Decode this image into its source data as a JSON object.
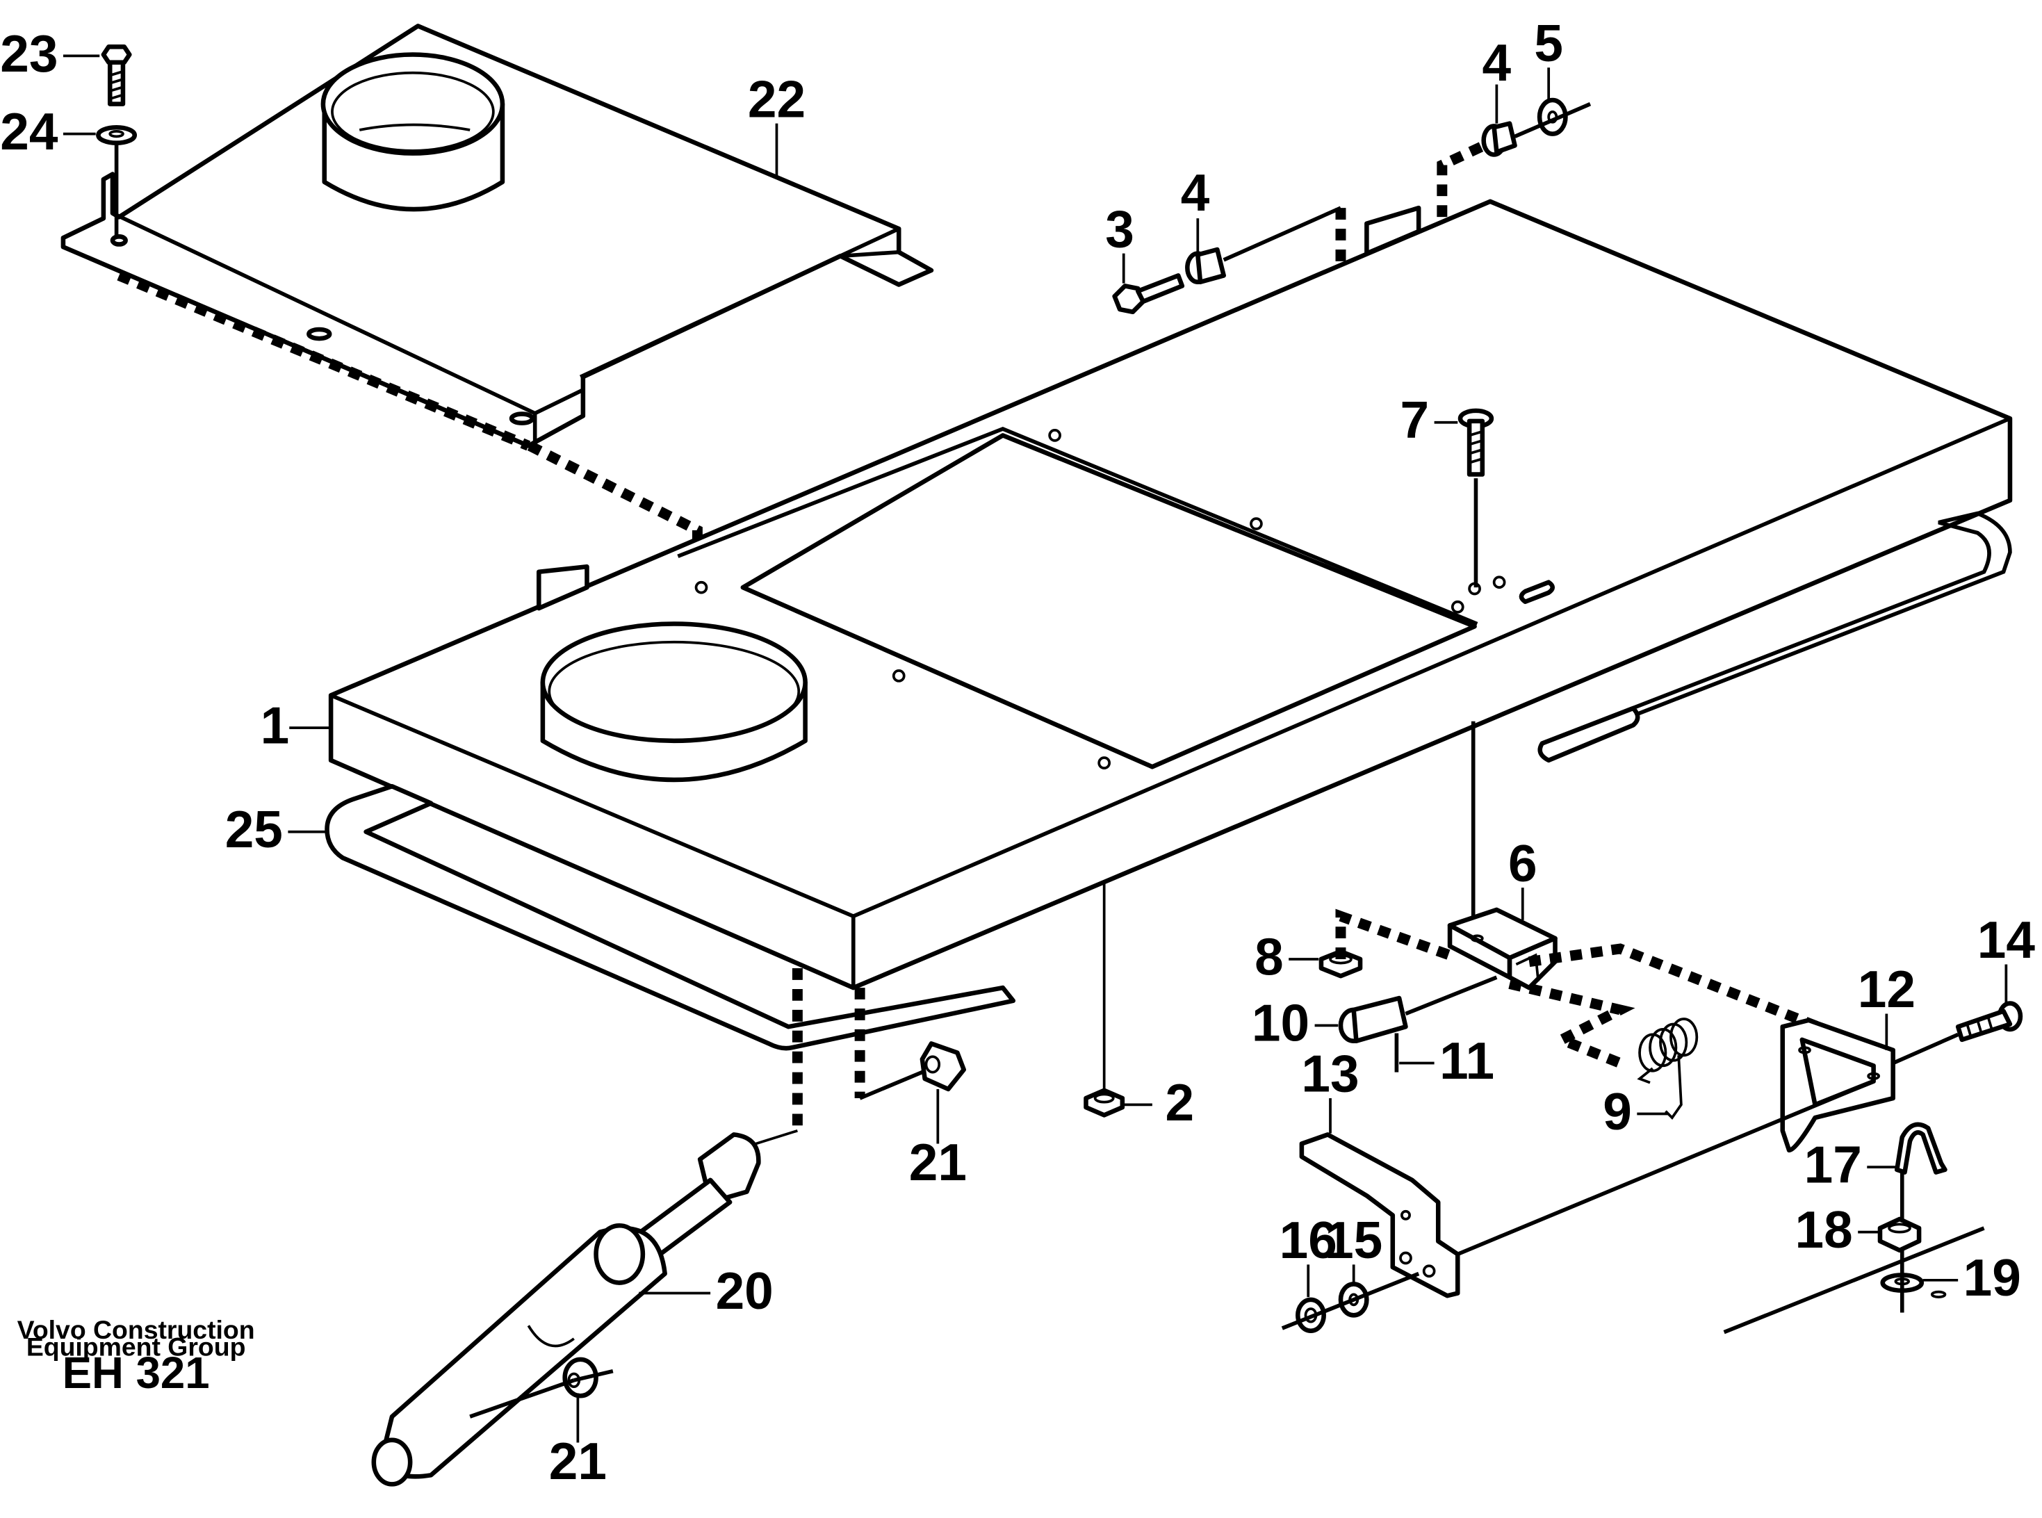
{
  "diagram": {
    "callouts": [
      {
        "id": "1",
        "text": "1"
      },
      {
        "id": "2",
        "text": "2"
      },
      {
        "id": "3",
        "text": "3"
      },
      {
        "id": "4a",
        "text": "4"
      },
      {
        "id": "4b",
        "text": "4"
      },
      {
        "id": "5",
        "text": "5"
      },
      {
        "id": "6",
        "text": "6"
      },
      {
        "id": "7",
        "text": "7"
      },
      {
        "id": "8",
        "text": "8"
      },
      {
        "id": "9",
        "text": "9"
      },
      {
        "id": "10",
        "text": "10"
      },
      {
        "id": "11",
        "text": "11"
      },
      {
        "id": "12",
        "text": "12"
      },
      {
        "id": "13",
        "text": "13"
      },
      {
        "id": "14",
        "text": "14"
      },
      {
        "id": "15",
        "text": "15"
      },
      {
        "id": "16",
        "text": "16"
      },
      {
        "id": "17",
        "text": "17"
      },
      {
        "id": "18",
        "text": "18"
      },
      {
        "id": "19",
        "text": "19"
      },
      {
        "id": "20",
        "text": "20"
      },
      {
        "id": "21a",
        "text": "21"
      },
      {
        "id": "21b",
        "text": "21"
      },
      {
        "id": "22",
        "text": "22"
      },
      {
        "id": "23",
        "text": "23"
      },
      {
        "id": "24",
        "text": "24"
      },
      {
        "id": "25",
        "text": "25"
      }
    ],
    "credit": {
      "line1": "Volvo Construction",
      "line2": "Equipment Group",
      "code": "EH 321"
    }
  }
}
